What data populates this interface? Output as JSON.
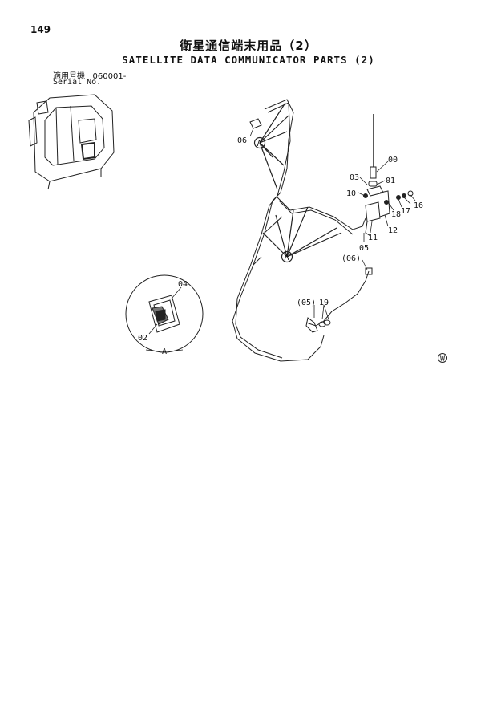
{
  "header": {
    "page_number": "149",
    "title_jp": "衛星通信端末用品（2）",
    "title_en": "SATELLITE DATA COMMUNICATOR PARTS (2)",
    "serial_label_jp": "適用号機",
    "serial_value": "060001-",
    "serial_label_en": "Serial No."
  },
  "diagram": {
    "callouts": [
      "00",
      "01",
      "03",
      "10",
      "18",
      "17",
      "16",
      "11",
      "12",
      "05",
      "(06)",
      "(05)",
      "19",
      "06",
      "04",
      "02"
    ],
    "detail_marker": "A",
    "detail_caption": "A",
    "mark": "W"
  }
}
